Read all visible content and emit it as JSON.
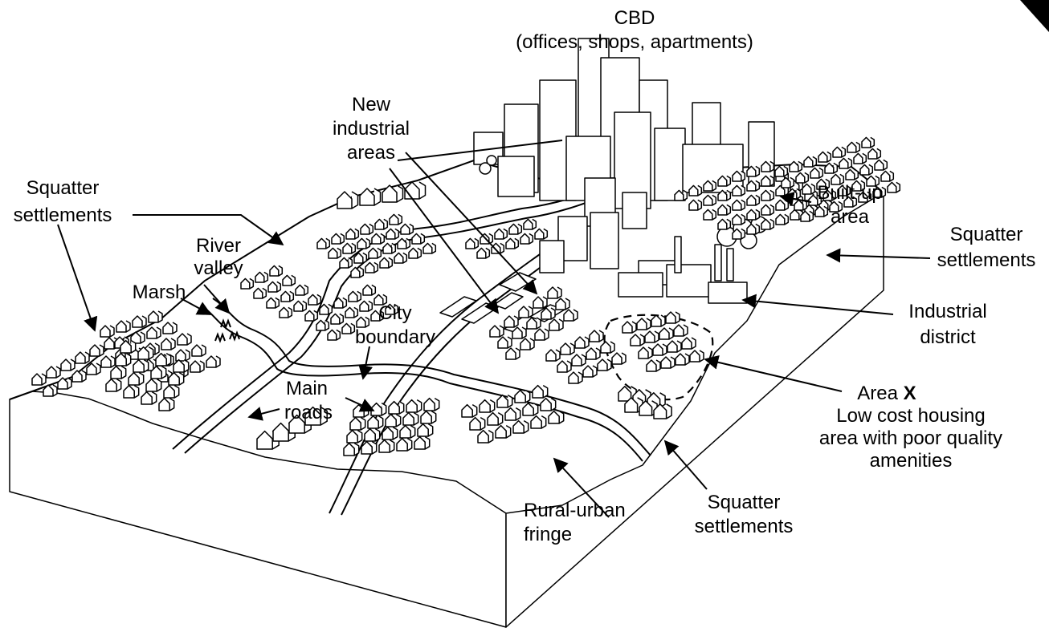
{
  "labels": {
    "cbd_title": "CBD",
    "cbd_sub": "(offices, shops, apartments)",
    "new_industrial_1": "New",
    "new_industrial_2": "industrial",
    "new_industrial_3": "areas",
    "squatter_tl_1": "Squatter",
    "squatter_tl_2": "settlements",
    "river_valley_1": "River",
    "river_valley_2": "valley",
    "marsh": "Marsh",
    "city_boundary_1": "City",
    "city_boundary_2": "boundary",
    "main_roads_1": "Main",
    "main_roads_2": "roads",
    "built_up_1": "Built-up",
    "built_up_2": "area",
    "squatter_r_1": "Squatter",
    "squatter_r_2": "settlements",
    "industrial_1": "Industrial",
    "industrial_2": "district",
    "area_x_prefix": "Area",
    "area_x_letter": "X",
    "area_x_2": "Low cost housing",
    "area_x_3": "area with poor quality",
    "area_x_4": "amenities",
    "squatter_b_1": "Squatter",
    "squatter_b_2": "settlements",
    "rural_1": "Rural-urban",
    "rural_2": "fringe"
  }
}
